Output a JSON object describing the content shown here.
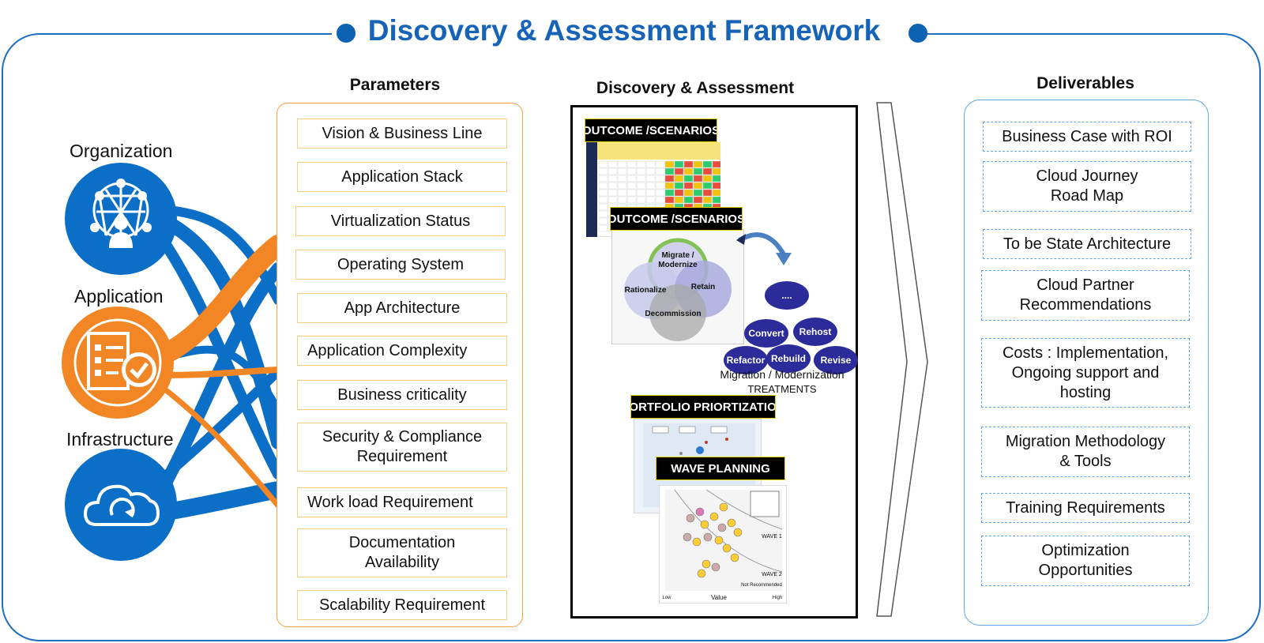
{
  "title": "Discovery & Assessment Framework",
  "colors": {
    "brand_blue": "#1763b8",
    "icon_blue": "#0b6fc7",
    "orange": "#f28524",
    "param_border": "#f4a040",
    "deliv_border": "#62a6e6"
  },
  "categories": [
    {
      "label": "Organization",
      "icon": "network-user-icon"
    },
    {
      "label": "Application",
      "icon": "checklist-icon"
    },
    {
      "label": "Infrastructure",
      "icon": "cloud-sync-icon"
    }
  ],
  "parameters": {
    "heading": "Parameters",
    "items": [
      "Vision & Business Line",
      "Application Stack",
      "Virtualization Status",
      "Operating System",
      "App Architecture",
      "Application Complexity",
      "Business criticality",
      "Security & Compliance\nRequirement",
      "Work load Requirement",
      "Documentation\nAvailability",
      "Scalability Requirement"
    ]
  },
  "discovery": {
    "heading": "Discovery & Assessment",
    "outcome_label_1": "OUTCOME /SCENARIOS",
    "outcome_label_2": "OUTCOME /SCENARIOS",
    "venn": [
      "Migrate /\nModernize",
      "Rationalize",
      "Retain",
      "Decommission"
    ],
    "treatments": [
      "....",
      "Convert",
      "Rehost",
      "Refactor",
      "Rebuild",
      "Revise"
    ],
    "treatments_caption_1": "Migration / Modernization",
    "treatments_caption_2": "TREATMENTS",
    "portfolio_label": "PORTFOLIO PRIORTIZATION",
    "wave_label": "WAVE PLANNING",
    "wave_chart_text": {
      "xlabel": "Value",
      "wave1": "WAVE 1",
      "wave2": "WAVE 2",
      "not_rec": "Not Recommended",
      "low": "Low",
      "high": "High"
    }
  },
  "deliverables": {
    "heading": "Deliverables",
    "items": [
      "Business Case with ROI",
      "Cloud Journey\nRoad Map",
      "To be State Architecture",
      "Cloud Partner\nRecommendations",
      "Costs : Implementation,\nOngoing support and\nhosting",
      "Migration Methodology\n& Tools",
      "Training Requirements",
      "Optimization\nOpportunities"
    ]
  }
}
